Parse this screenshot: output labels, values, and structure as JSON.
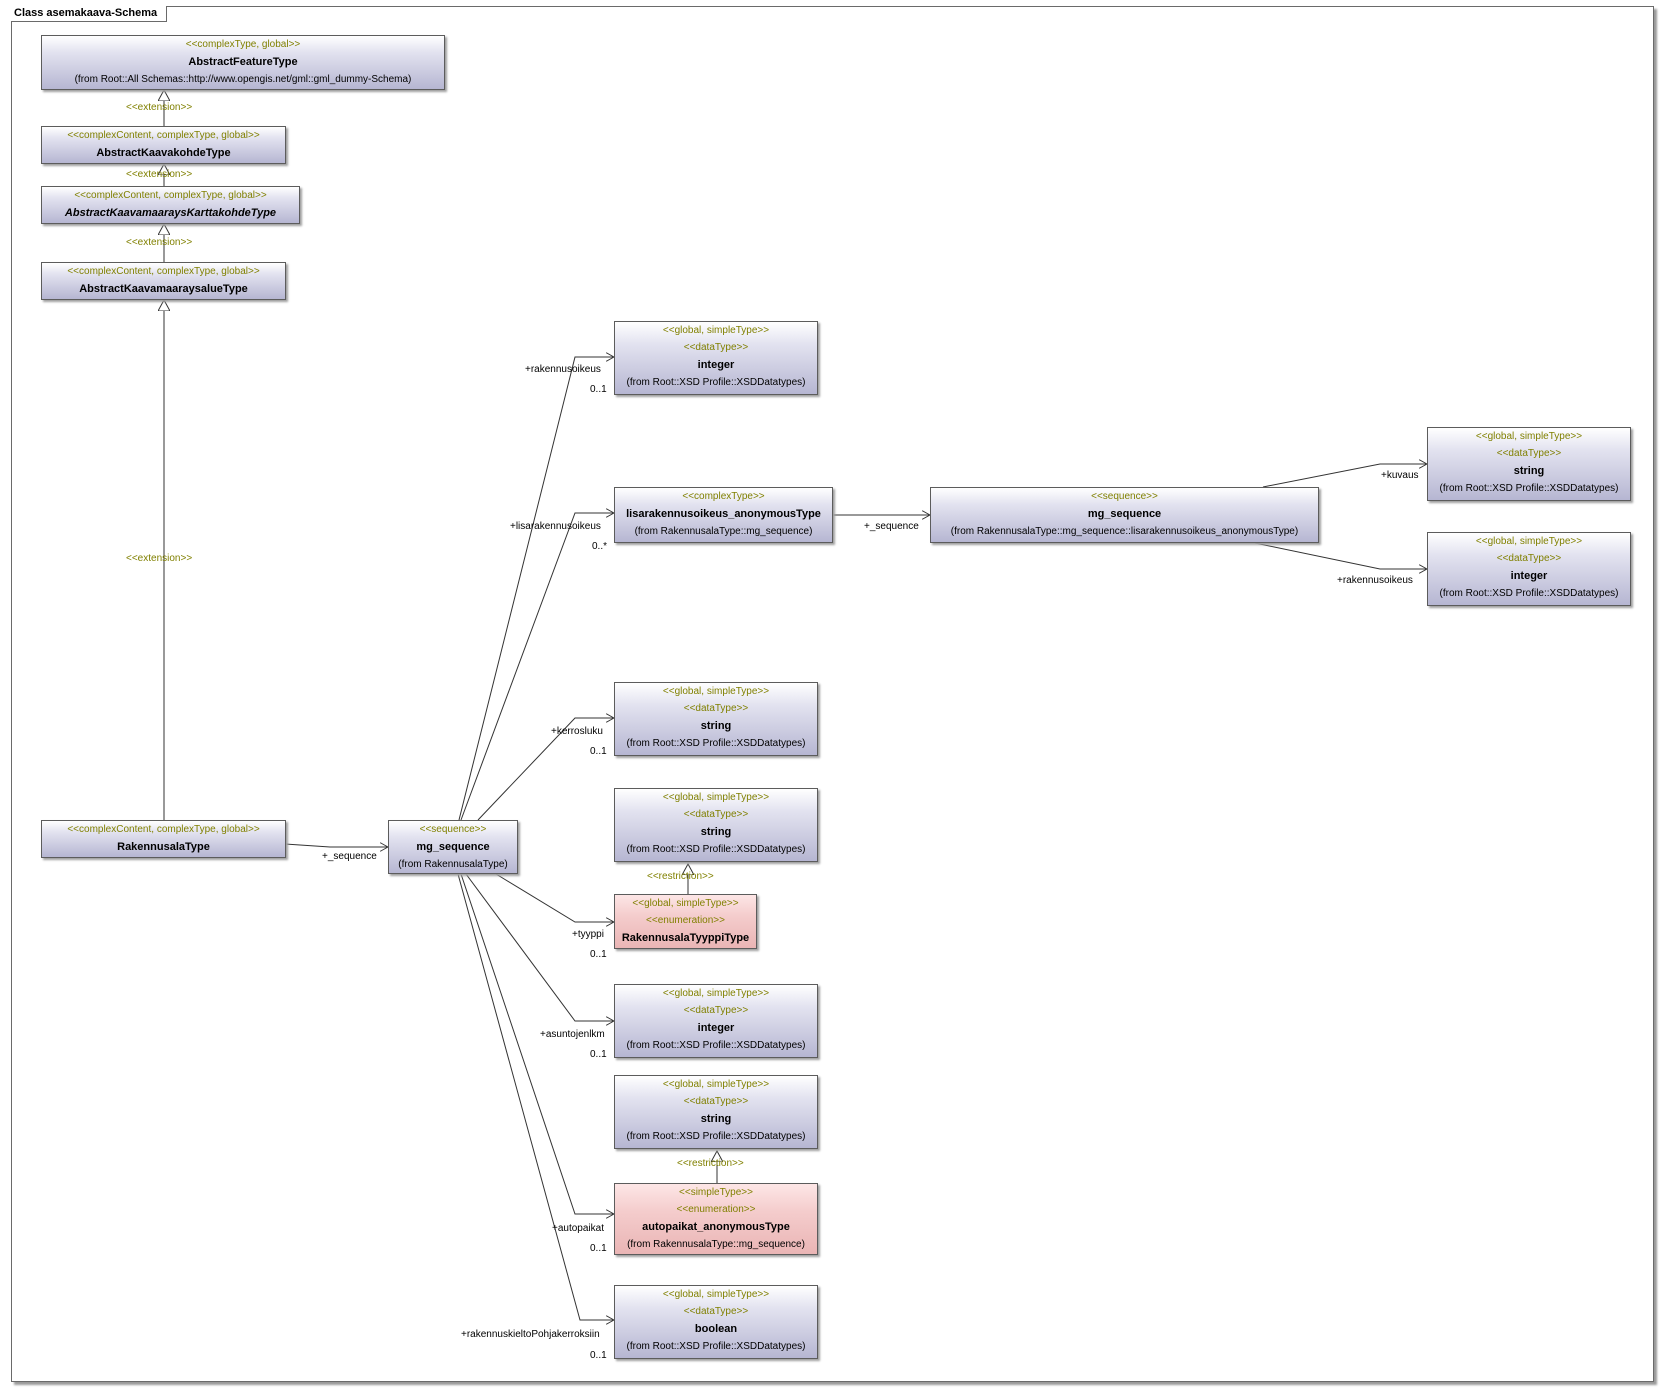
{
  "frame": {
    "title": "Class asemakaava-Schema"
  },
  "classes": {
    "abstract_feature": {
      "stereotypes": [
        "<<complexType, global>>"
      ],
      "name": "AbstractFeatureType",
      "from": "(from Root::All Schemas::http://www.opengis.net/gml::gml_dummy-Schema)"
    },
    "abstract_kaavakohde": {
      "stereotypes": [
        "<<complexContent, complexType, global>>"
      ],
      "name": "AbstractKaavakohdeType"
    },
    "abstract_kartta": {
      "stereotypes": [
        "<<complexContent, complexType, global>>"
      ],
      "name": "AbstractKaavamaaraysKarttakohdeType"
    },
    "abstract_alue": {
      "stereotypes": [
        "<<complexContent, complexType, global>>"
      ],
      "name": "AbstractKaavamaaraysalueType"
    },
    "rakennusala": {
      "stereotypes": [
        "<<complexContent, complexType, global>>"
      ],
      "name": "RakennusalaType"
    },
    "mg_seq_main": {
      "stereotypes": [
        "<<sequence>>"
      ],
      "name": "mg_sequence",
      "from": "(from RakennusalaType)"
    },
    "int_rakennusoikeus": {
      "stereotypes": [
        "<<global, simpleType>>",
        "<<dataType>>"
      ],
      "name": "integer",
      "from": "(from Root::XSD Profile::XSDDatatypes)"
    },
    "lisarakennus": {
      "stereotypes": [
        "<<complexType>>"
      ],
      "name": "lisarakennusoikeus_anonymousType",
      "from": "(from RakennusalaType::mg_sequence)"
    },
    "mg_seq_lisa": {
      "stereotypes": [
        "<<sequence>>"
      ],
      "name": "mg_sequence",
      "from": "(from RakennusalaType::mg_sequence::lisarakennusoikeus_anonymousType)"
    },
    "string_kuvaus": {
      "stereotypes": [
        "<<global, simpleType>>",
        "<<dataType>>"
      ],
      "name": "string",
      "from": "(from Root::XSD Profile::XSDDatatypes)"
    },
    "int_lisa_rakennusoikeus": {
      "stereotypes": [
        "<<global, simpleType>>",
        "<<dataType>>"
      ],
      "name": "integer",
      "from": "(from Root::XSD Profile::XSDDatatypes)"
    },
    "string_kerrosluku": {
      "stereotypes": [
        "<<global, simpleType>>",
        "<<dataType>>"
      ],
      "name": "string",
      "from": "(from Root::XSD Profile::XSDDatatypes)"
    },
    "string_tyyppi_base": {
      "stereotypes": [
        "<<global, simpleType>>",
        "<<dataType>>"
      ],
      "name": "string",
      "from": "(from Root::XSD Profile::XSDDatatypes)"
    },
    "tyyppi_enum": {
      "stereotypes": [
        "<<global, simpleType>>",
        "<<enumeration>>"
      ],
      "name": "RakennusalaTyyppiType"
    },
    "int_asunto": {
      "stereotypes": [
        "<<global, simpleType>>",
        "<<dataType>>"
      ],
      "name": "integer",
      "from": "(from Root::XSD Profile::XSDDatatypes)"
    },
    "string_auto_base": {
      "stereotypes": [
        "<<global, simpleType>>",
        "<<dataType>>"
      ],
      "name": "string",
      "from": "(from Root::XSD Profile::XSDDatatypes)"
    },
    "autopaikat_enum": {
      "stereotypes": [
        "<<simpleType>>",
        "<<enumeration>>"
      ],
      "name": "autopaikat_anonymousType",
      "from": "(from RakennusalaType::mg_sequence)"
    },
    "boolean_kielto": {
      "stereotypes": [
        "<<global, simpleType>>",
        "<<dataType>>"
      ],
      "name": "boolean",
      "from": "(from Root::XSD Profile::XSDDatatypes)"
    }
  },
  "relations": {
    "extension": "<<extension>>",
    "restriction": "<<restriction>>"
  },
  "roles": {
    "seq_main": "+_sequence",
    "rakennusoikeus": "+rakennusoikeus",
    "lisarakennusoikeus": "+lisarakennusoikeus",
    "seq_lisa": "+_sequence",
    "kuvaus": "+kuvaus",
    "lisa_rakennusoikeus": "+rakennusoikeus",
    "kerrosluku": "+kerrosluku",
    "tyyppi": "+tyyppi",
    "asuntojenlkm": "+asuntojenlkm",
    "autopaikat": "+autopaikat",
    "kielto": "+rakennuskieltoPohjakerroksiin"
  },
  "multiplicities": {
    "rakennusoikeus": "0..1",
    "lisarakennusoikeus": "0..*",
    "kerrosluku": "0..1",
    "tyyppi": "0..1",
    "asuntojenlkm": "0..1",
    "autopaikat": "0..1",
    "kielto": "0..1"
  },
  "colors": {
    "stereotype": "#808000",
    "class_fill": "#b6b6d2",
    "enum_fill": "#f4cccc",
    "line": "#333333"
  }
}
